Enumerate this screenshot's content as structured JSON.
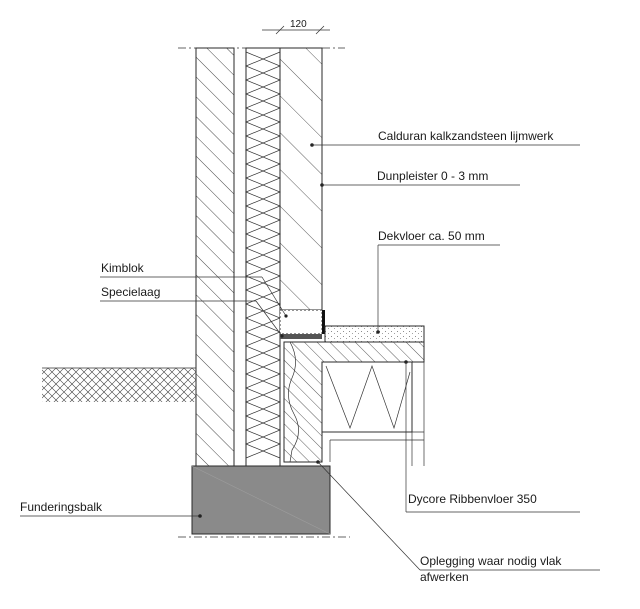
{
  "dimension": {
    "value": "120"
  },
  "labels": {
    "calduran": "Calduran kalkzandsteen lijmwerk",
    "dunpleister": "Dunpleister 0 - 3 mm",
    "dekvloer": "Dekvloer ca. 50 mm",
    "kimblok": "Kimblok",
    "specielaag": "Specielaag",
    "funderingsbalk": "Funderingsbalk",
    "dycore": "Dycore Ribbenvloer 350",
    "oplegging_line1": "Oplegging waar nodig vlak",
    "oplegging_line2": "afwerken"
  },
  "colors": {
    "foundation_fill": "#8a8a8a",
    "screed_fill": "#f2f2f2",
    "line": "#2a2a2a"
  }
}
